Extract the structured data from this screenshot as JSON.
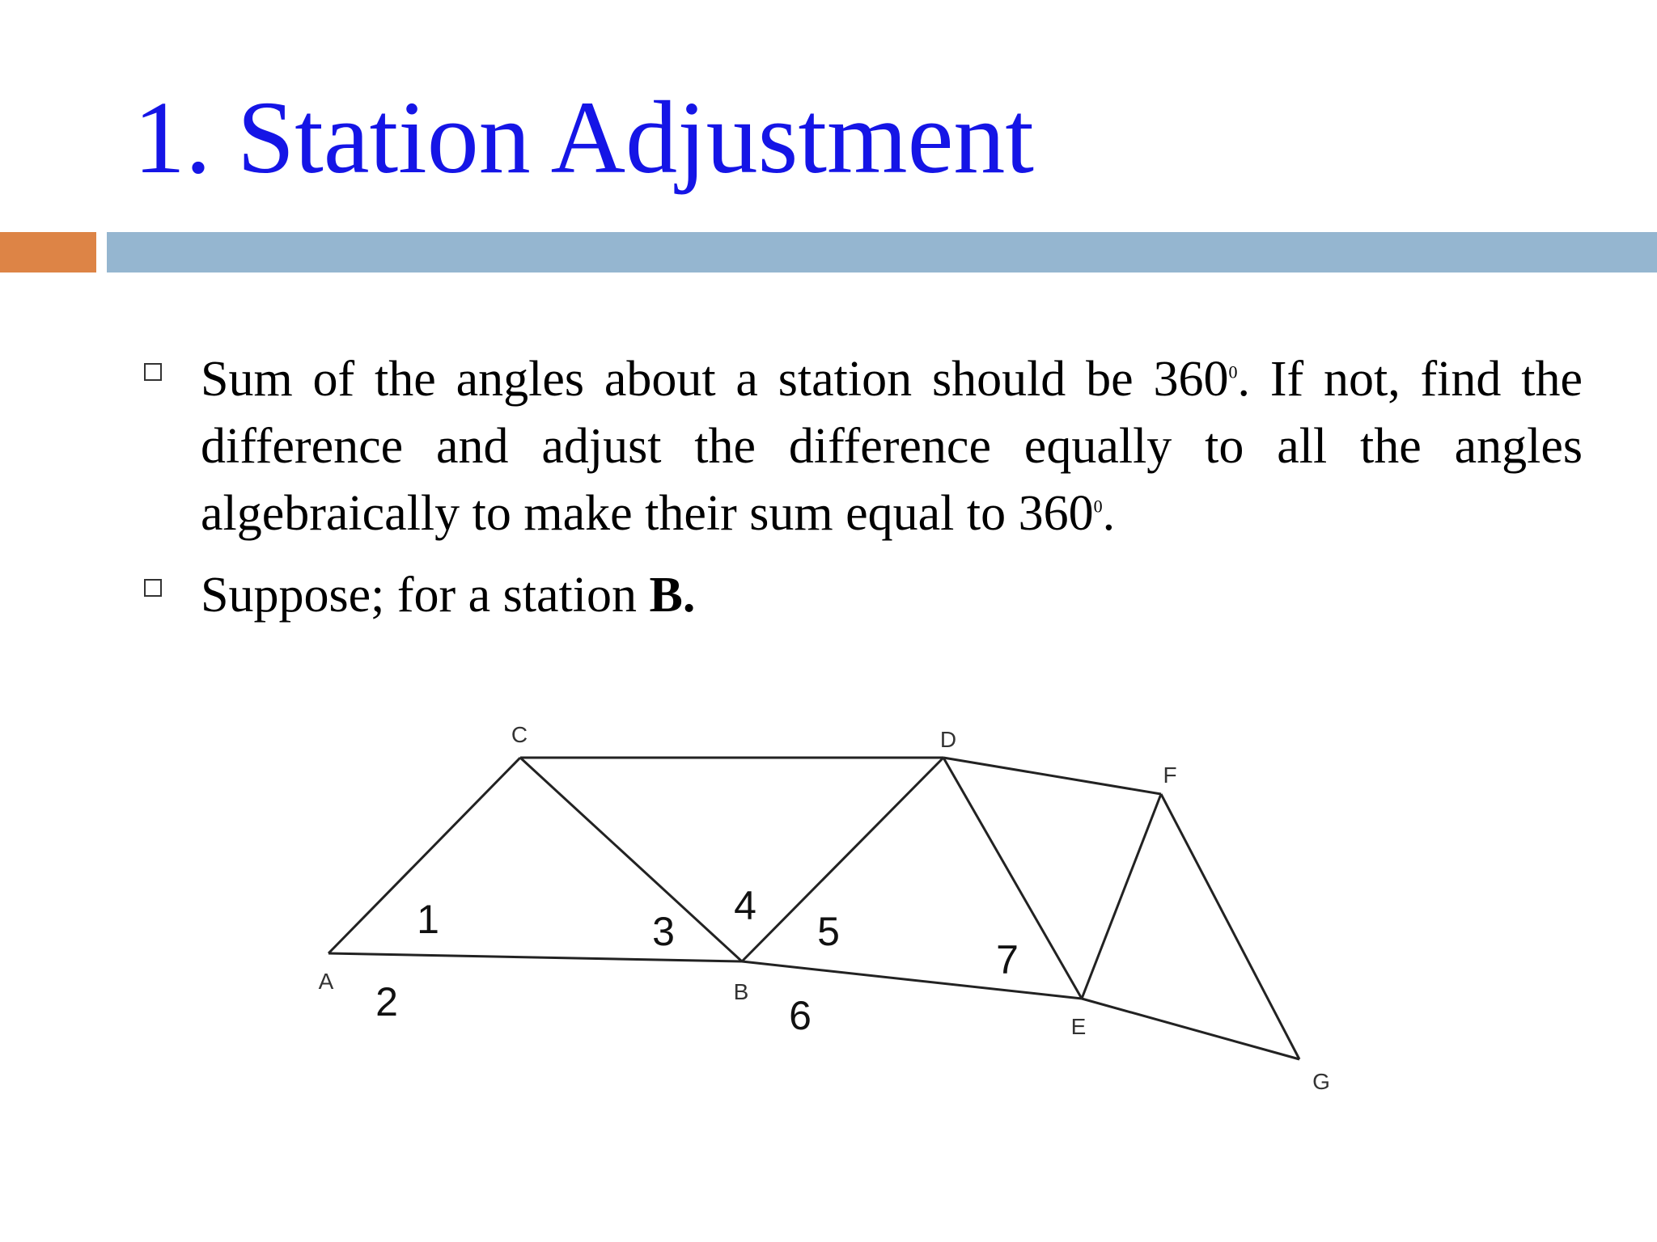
{
  "slide": {
    "title": "1. Station Adjustment",
    "accent_colors": {
      "title": "#1515e6",
      "bar_left": "#dd8446",
      "bar_main": "#95b6d0"
    }
  },
  "bullets": [
    {
      "icon": "square-bullet-icon",
      "text_before_1": "Sum of the angles about a station should be 360",
      "sup_1": "0",
      "text_mid": ". If not, find the difference and adjust the difference equally to all the angles algebraically to make their sum equal to 360",
      "sup_2": "0",
      "text_end": "."
    },
    {
      "icon": "square-bullet-icon",
      "text": "Suppose; for a station ",
      "bold": "B."
    }
  ],
  "diagram": {
    "stations": [
      "A",
      "B",
      "C",
      "D",
      "E",
      "F",
      "G"
    ],
    "angle_numbers": [
      "1",
      "2",
      "3",
      "4",
      "5",
      "6",
      "7"
    ],
    "lines": [
      [
        "A",
        "C"
      ],
      [
        "A",
        "B"
      ],
      [
        "C",
        "B"
      ],
      [
        "C",
        "D"
      ],
      [
        "B",
        "D"
      ],
      [
        "B",
        "E"
      ],
      [
        "D",
        "E"
      ],
      [
        "D",
        "F"
      ],
      [
        "F",
        "E"
      ],
      [
        "F",
        "G"
      ],
      [
        "E",
        "G"
      ]
    ]
  }
}
